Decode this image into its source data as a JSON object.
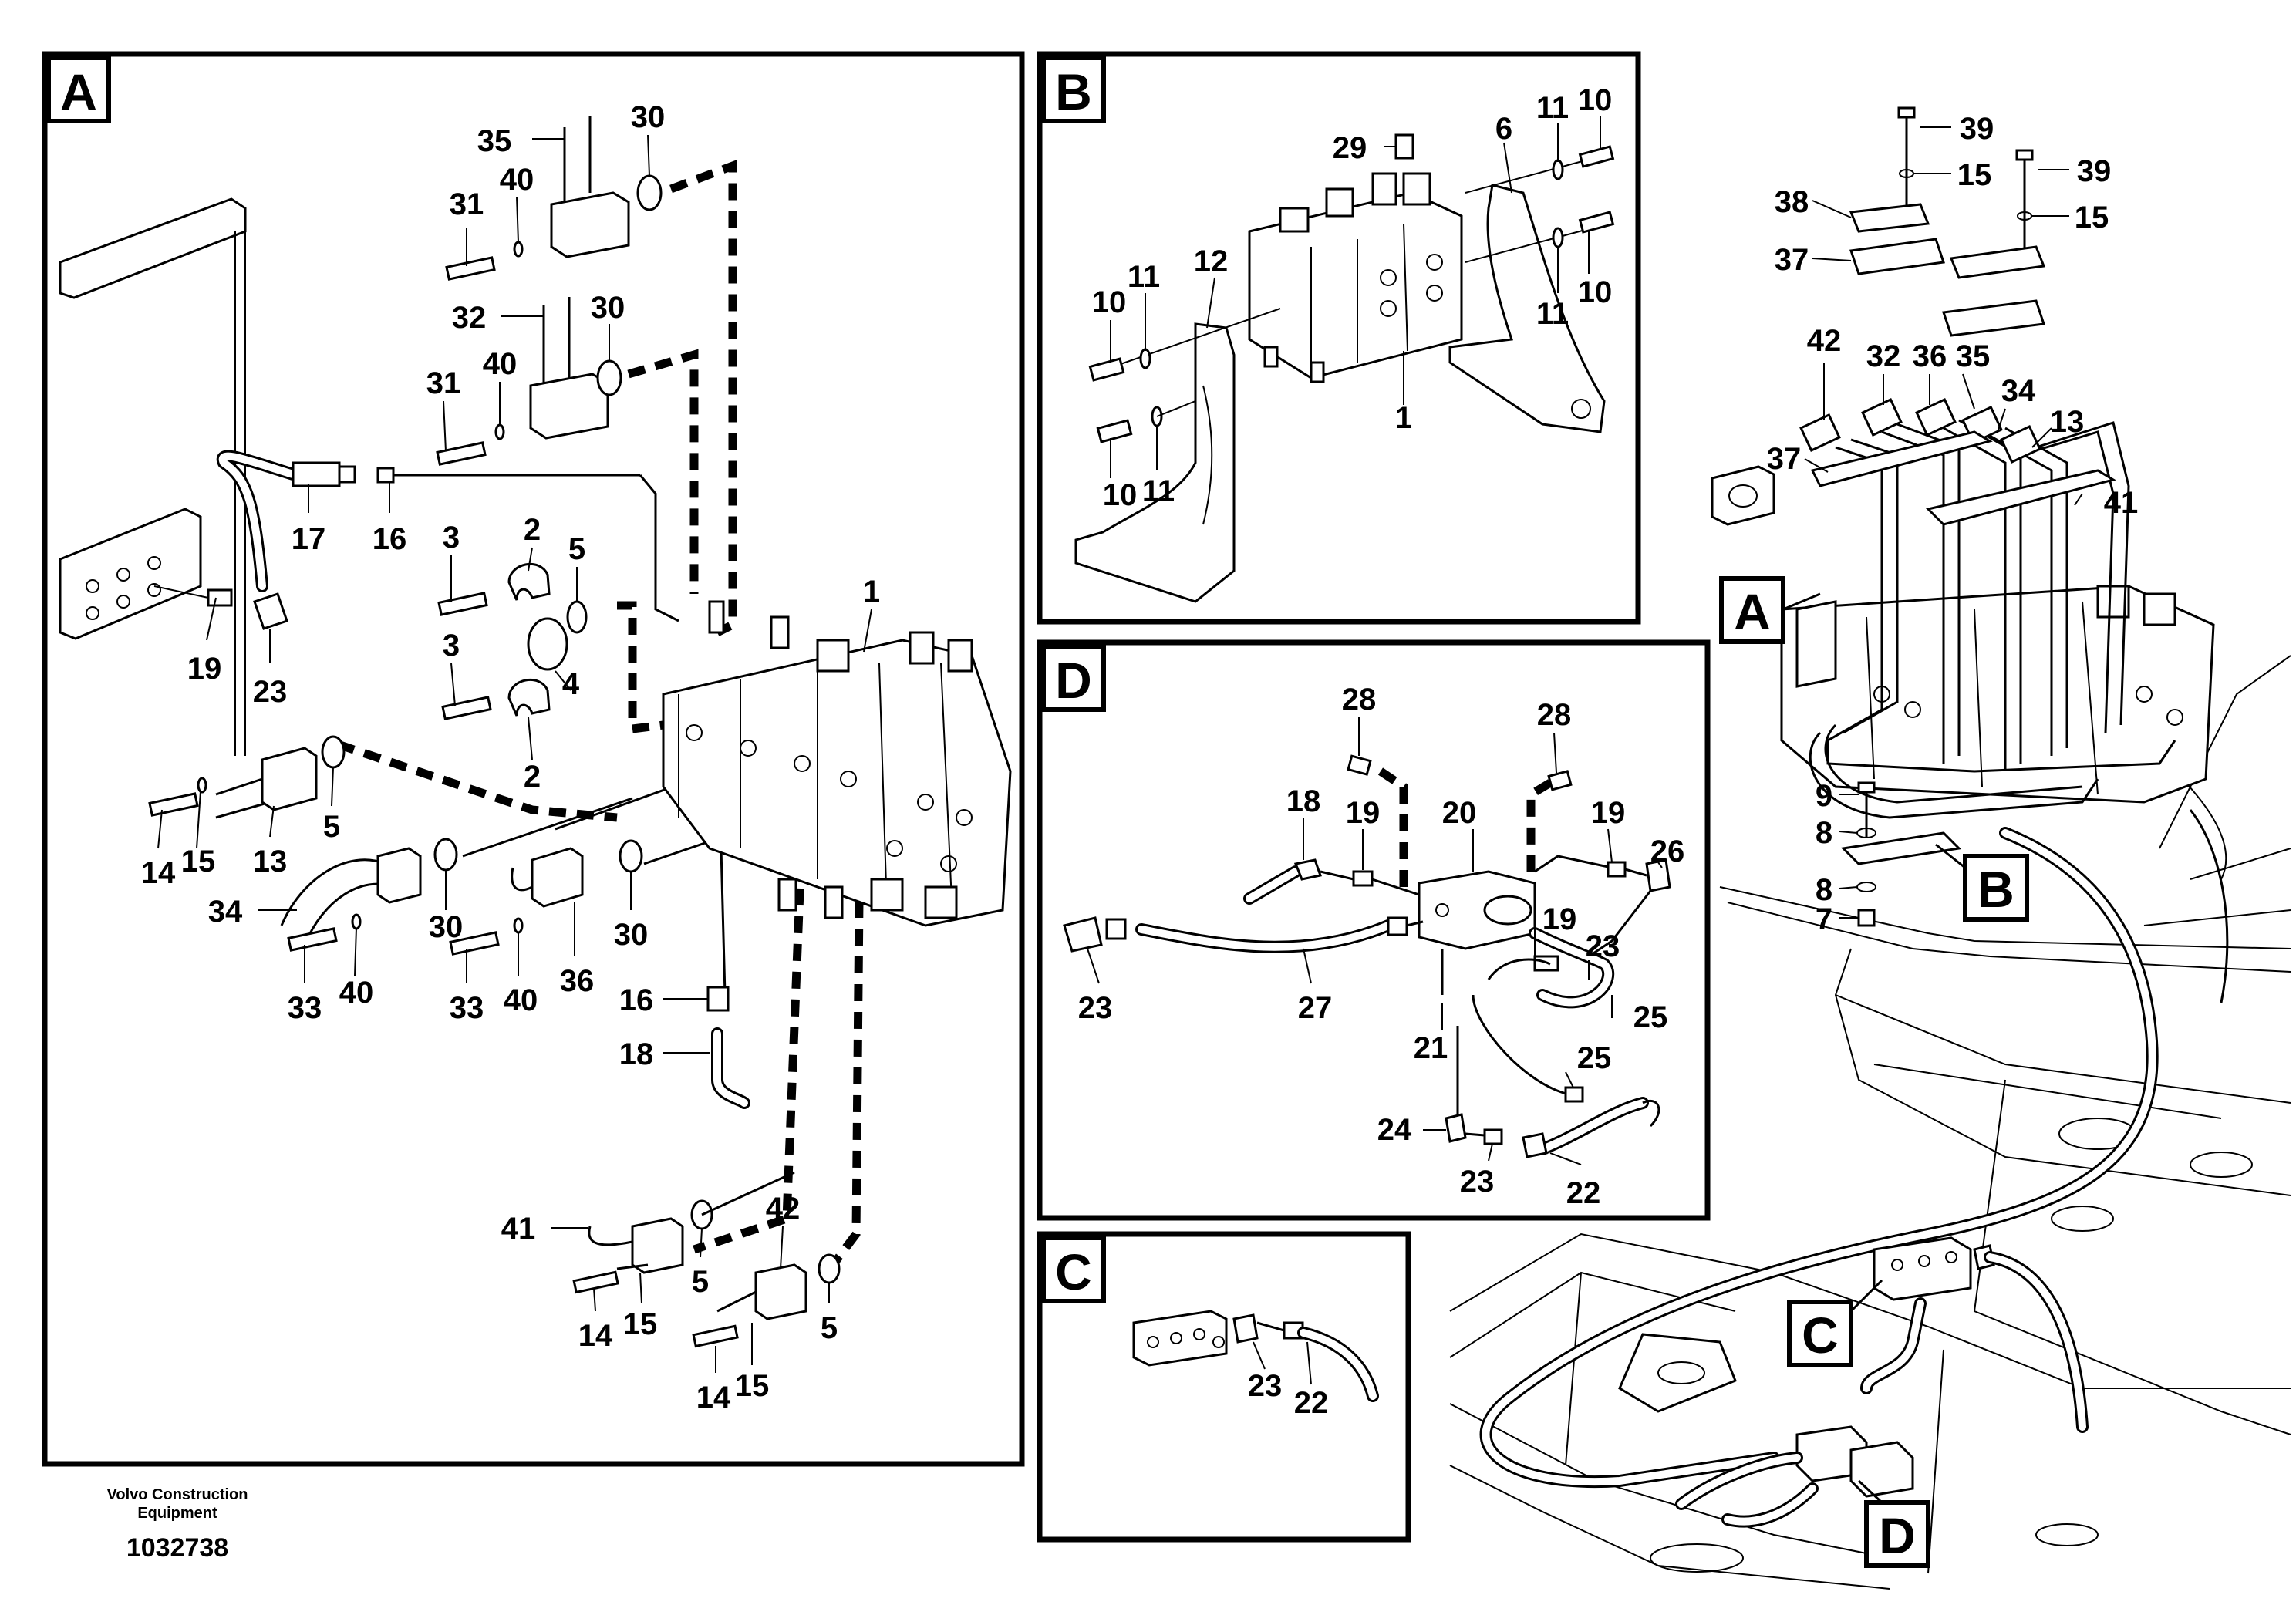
{
  "panels": {
    "A": {
      "letter": "A"
    },
    "B": {
      "letter": "B"
    },
    "C": {
      "letter": "C"
    },
    "D": {
      "letter": "D"
    }
  },
  "overview_callouts": [
    "A",
    "B",
    "C",
    "D"
  ],
  "footer": {
    "company_line1": "Volvo Construction",
    "company_line2": "Equipment",
    "document_number": "1032738"
  },
  "labels_A": [
    "35",
    "30",
    "31",
    "40",
    "32",
    "30",
    "31",
    "40",
    "17",
    "16",
    "2",
    "3",
    "5",
    "4",
    "3",
    "2",
    "19",
    "23",
    "1",
    "14",
    "15",
    "13",
    "5",
    "34",
    "30",
    "33",
    "40",
    "33",
    "40",
    "36",
    "30",
    "16",
    "18",
    "41",
    "5",
    "42",
    "14",
    "15",
    "5",
    "14",
    "15"
  ],
  "labels_B": [
    "29",
    "6",
    "11",
    "10",
    "12",
    "11",
    "10",
    "11",
    "10",
    "10",
    "11",
    "1"
  ],
  "labels_D": [
    "28",
    "28",
    "18",
    "19",
    "20",
    "19",
    "26",
    "23",
    "27",
    "21",
    "19",
    "23",
    "25",
    "25",
    "24",
    "23",
    "22"
  ],
  "labels_C": [
    "23",
    "22"
  ],
  "labels_overview": [
    "39",
    "15",
    "39",
    "15",
    "38",
    "37",
    "42",
    "32",
    "36",
    "35",
    "34",
    "13",
    "37",
    "41",
    "9",
    "8",
    "8",
    "7"
  ]
}
